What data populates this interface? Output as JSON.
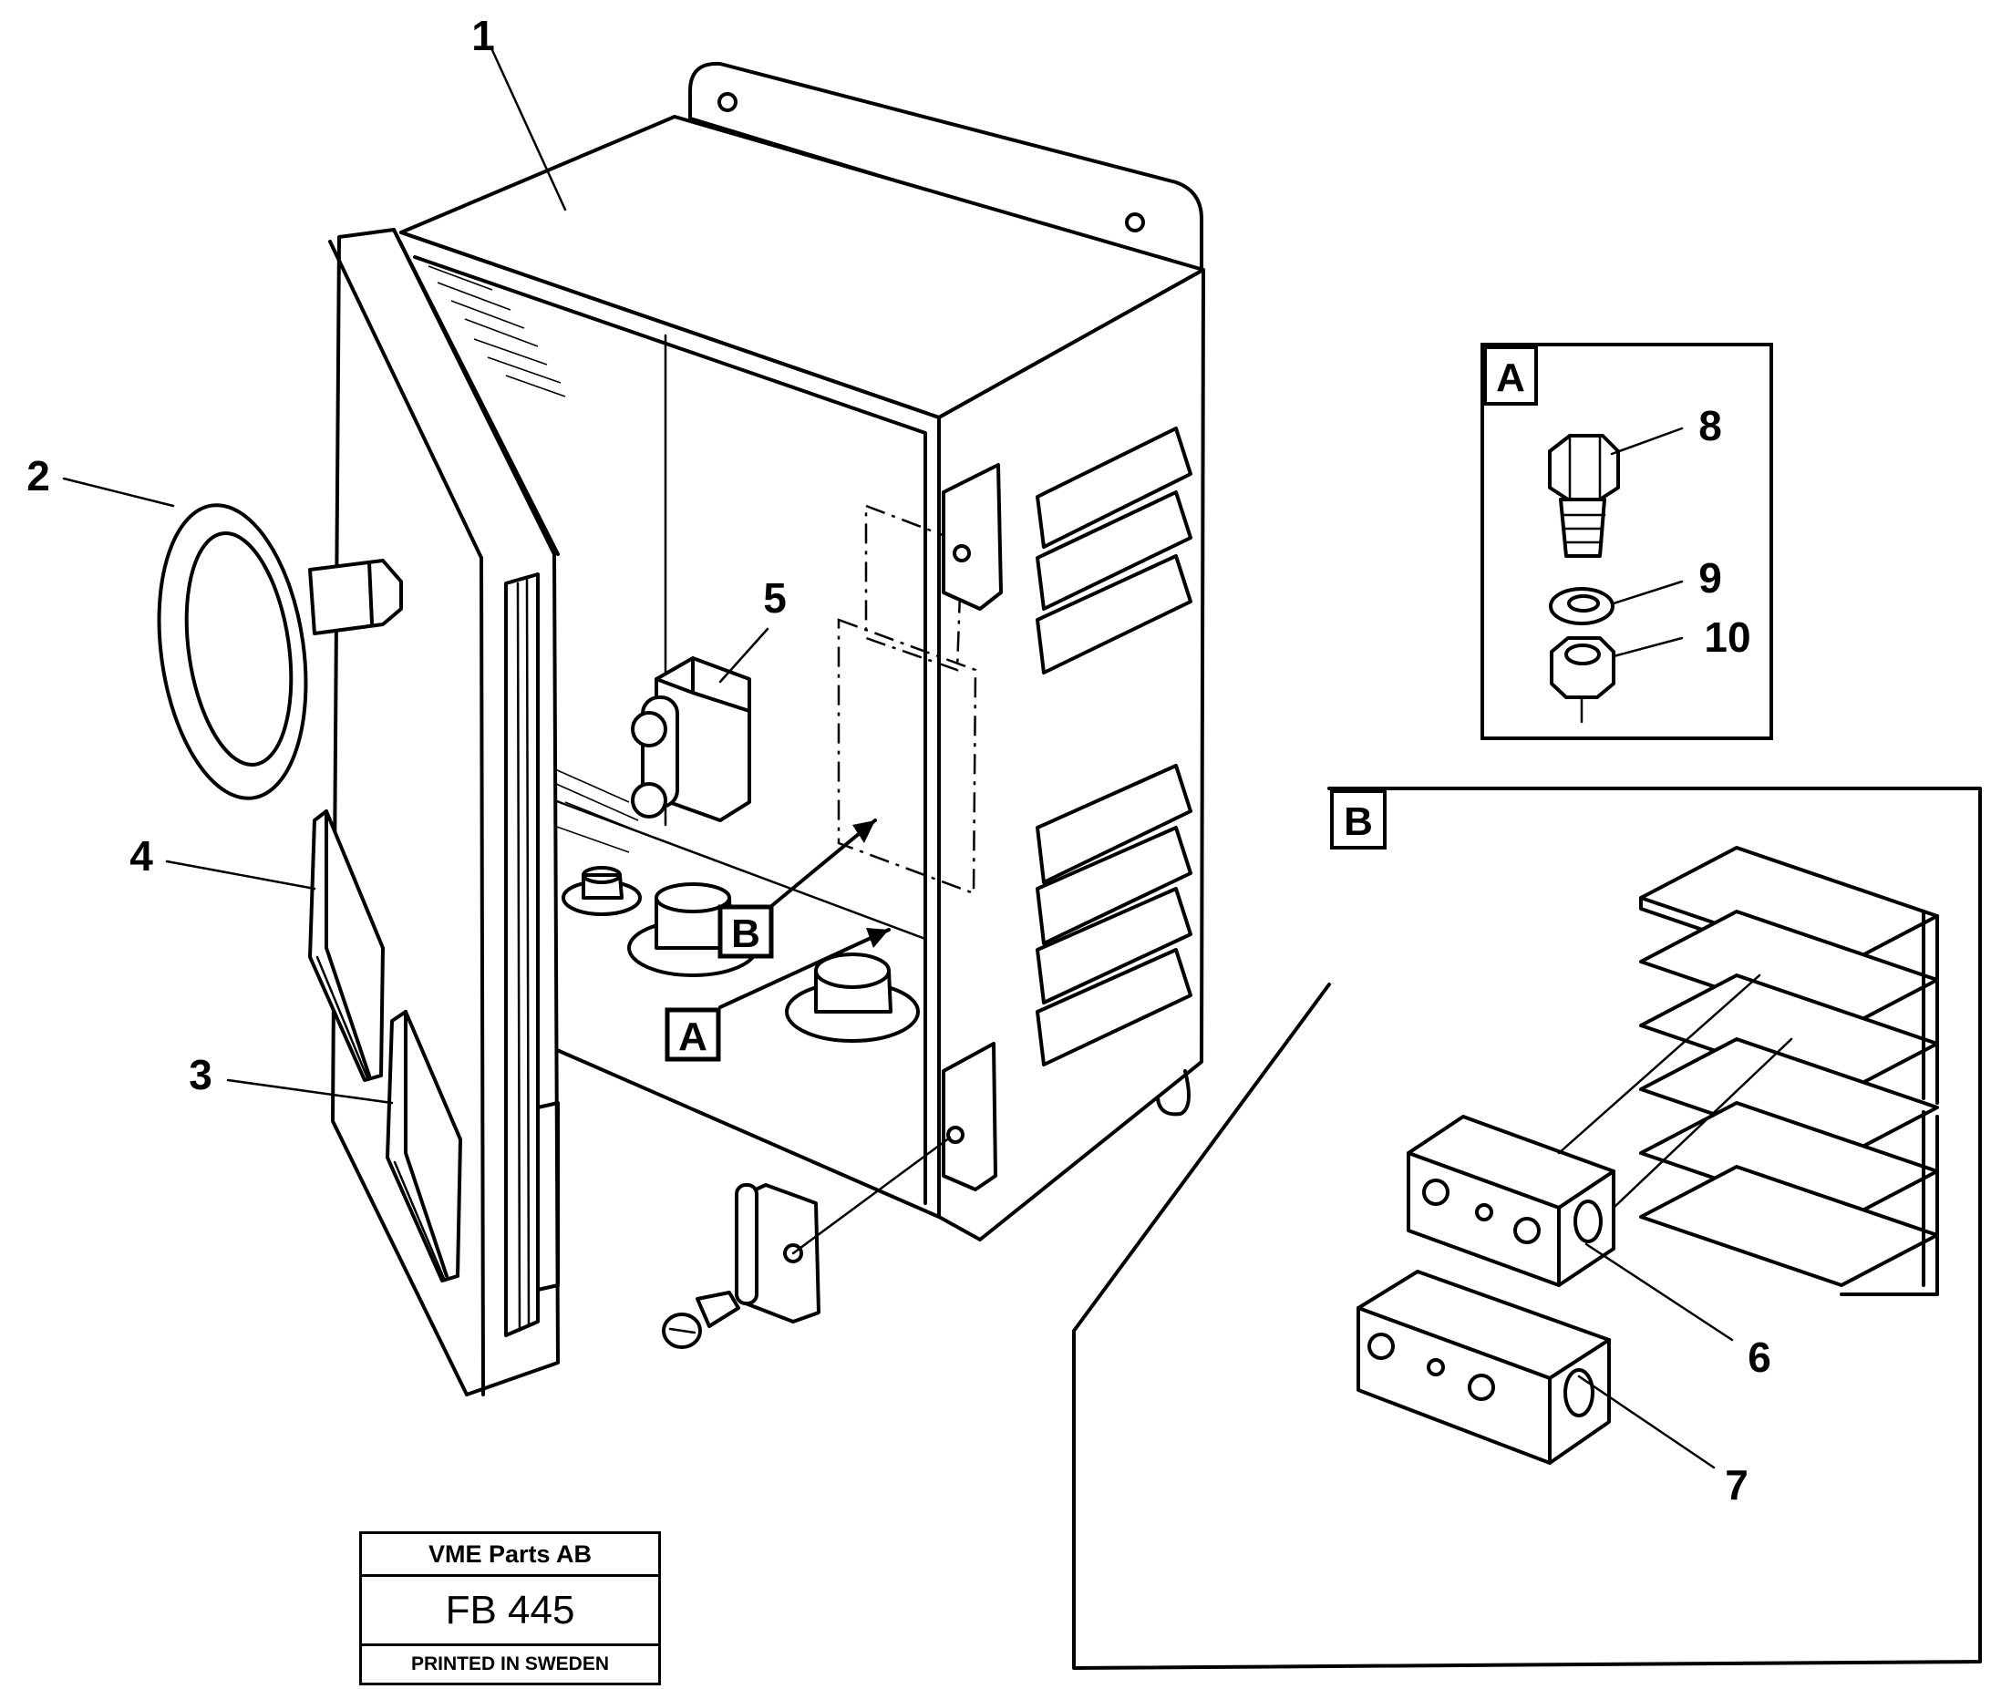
{
  "drawing": {
    "callouts": {
      "c1": "1",
      "c2": "2",
      "c3": "3",
      "c4": "4",
      "c5": "5",
      "c6": "6",
      "c7": "7",
      "c8": "8",
      "c9": "9",
      "c10": "10"
    },
    "detail_labels": {
      "detail_a": "A",
      "detail_b": "B",
      "ref_a": "A",
      "ref_b": "B"
    }
  },
  "title_block": {
    "company": "VME Parts AB",
    "code": "FB 445",
    "printed": "PRINTED IN SWEDEN"
  }
}
